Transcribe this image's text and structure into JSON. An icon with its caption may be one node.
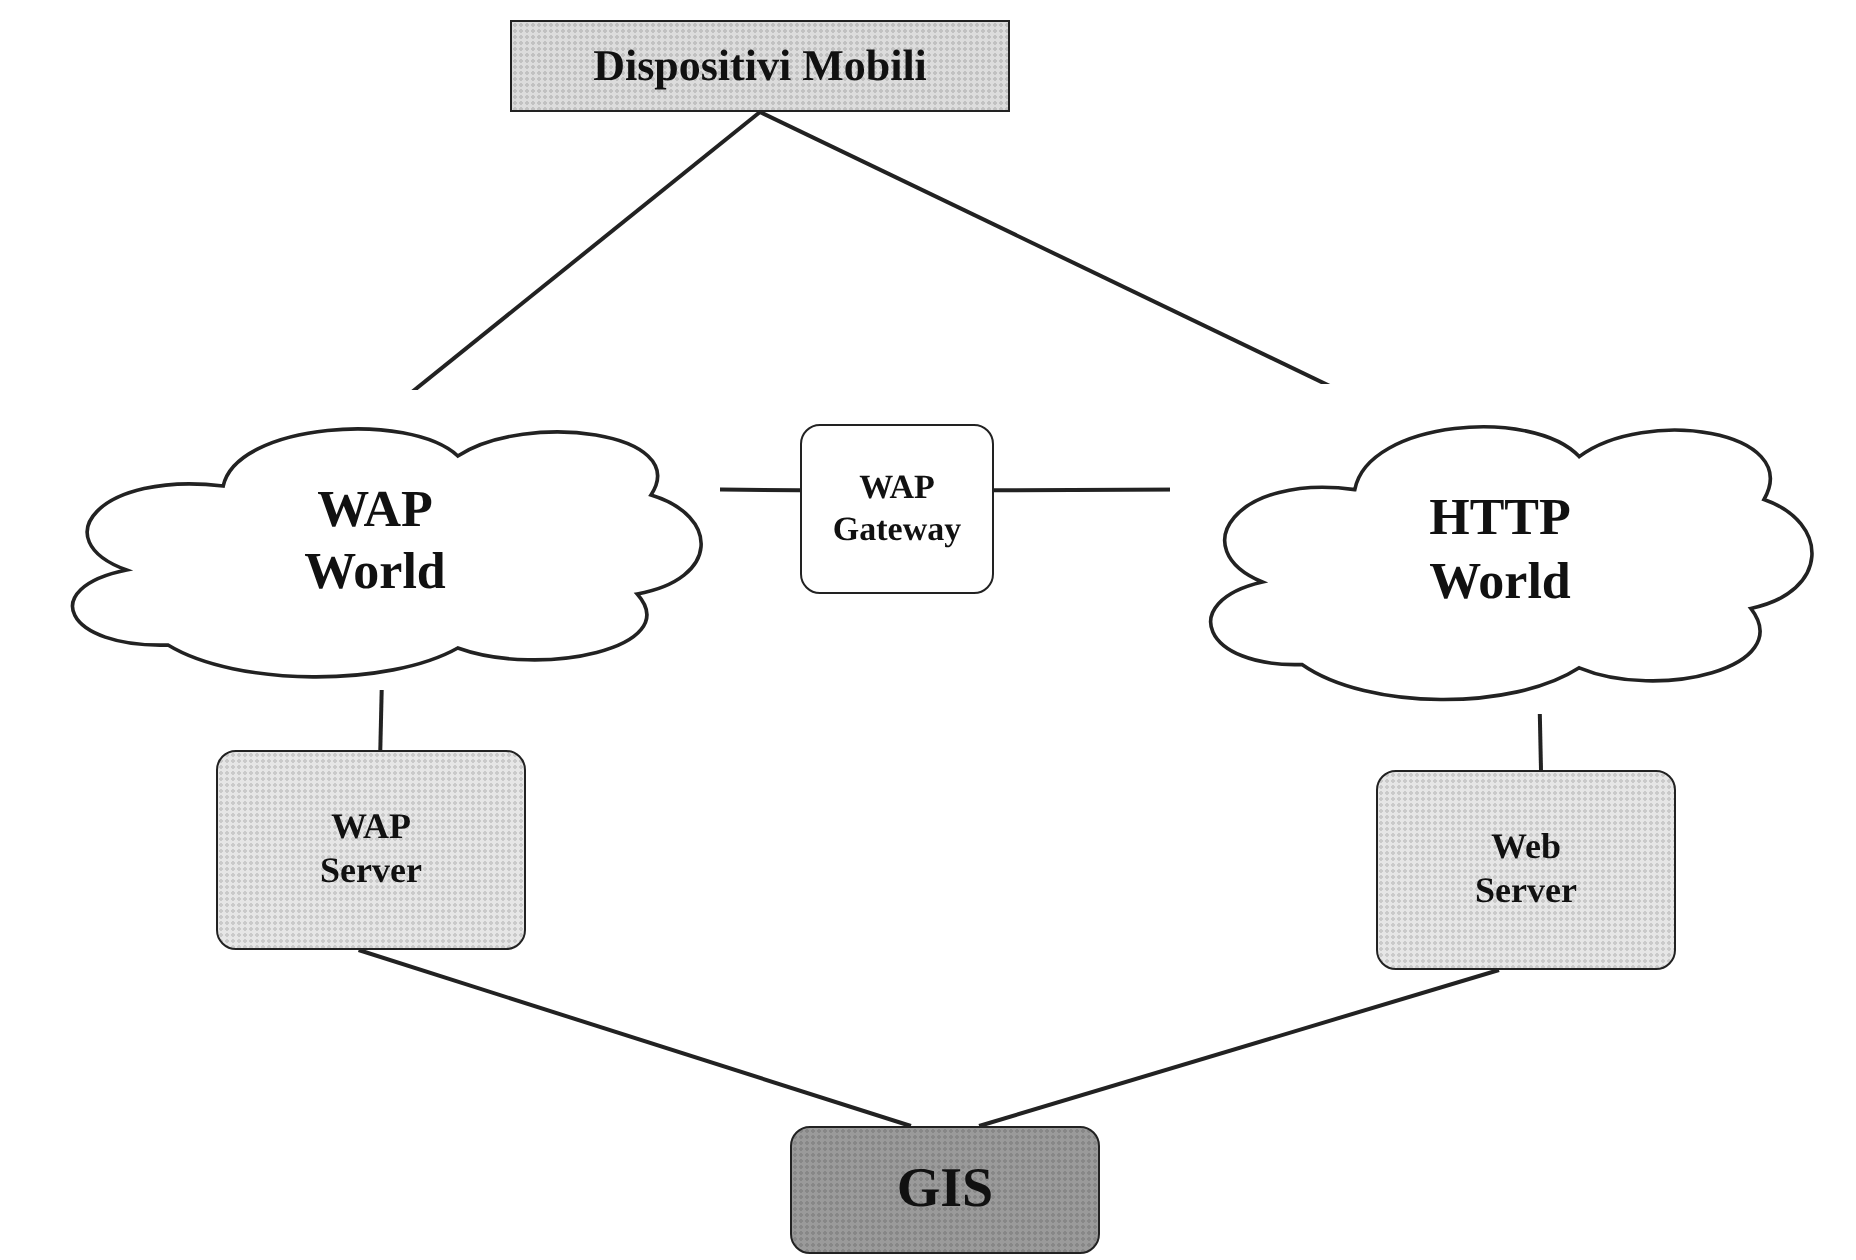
{
  "diagram": {
    "nodes": [
      {
        "text": [
          "Dispositivi Mobili"
        ]
      },
      {
        "text": [
          "WAP World"
        ]
      },
      {
        "text": [
          "WAP Gateway"
        ]
      },
      {
        "text": [
          "HTTP World"
        ]
      },
      {
        "text": [
          "WAP Server"
        ]
      },
      {
        "text": [
          "Web Server"
        ]
      },
      {
        "text": [
          "GIS"
        ]
      }
    ],
    "edges": [
      {
        "from": 0,
        "to": 1,
        "arrow": "none"
      },
      {
        "from": 0,
        "to": 3,
        "arrow": "none"
      },
      {
        "from": 1,
        "to": 2,
        "arrow": "none"
      },
      {
        "from": 2,
        "to": 3,
        "arrow": "none"
      },
      {
        "from": 1,
        "to": 4,
        "arrow": "none"
      },
      {
        "from": 3,
        "to": 5,
        "arrow": "none"
      },
      {
        "from": 4,
        "to": 6,
        "arrow": "none"
      },
      {
        "from": 5,
        "to": 6,
        "arrow": "none"
      }
    ]
  }
}
